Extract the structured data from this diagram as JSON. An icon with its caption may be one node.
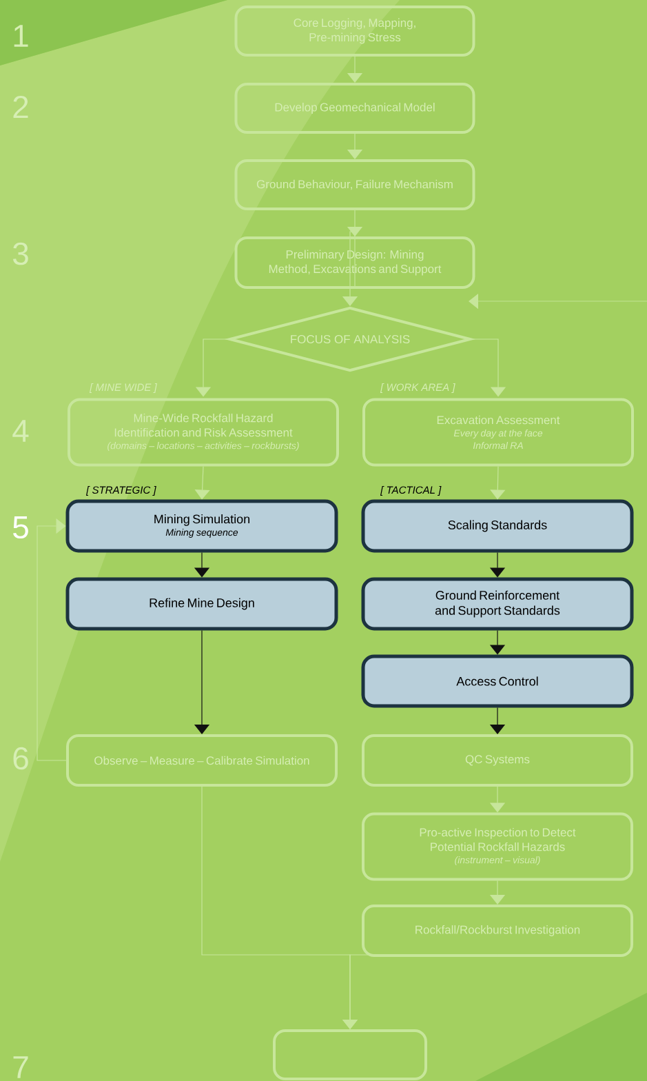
{
  "diagram": {
    "nodes": [
      {
        "text": [
          "Core Logging, Mapping, Pre-mining Stress"
        ]
      },
      {
        "text": [
          "Develop Geomechanical Model"
        ]
      },
      {
        "text": [
          "Ground Behaviour, Failure Mechanism"
        ]
      },
      {
        "text": [
          "Preliminary Design: Mining Method, Excavations and Support"
        ]
      },
      {
        "text": [
          "FOCUS OF ANALYSIS"
        ]
      },
      {
        "text": [
          "Mine-Wide Rockfall Hazard Identification and Risk Assessment",
          "(domains – locations – activities – rockbursts)"
        ],
        "beside": [
          "[ MINE WIDE ]"
        ]
      },
      {
        "text": [
          "Excavation Assessment",
          "Every day at the face",
          "Informal RA"
        ],
        "beside": [
          "[ WORK AREA ]"
        ]
      },
      {
        "text": [
          "Mining Simulation",
          "Mining sequence"
        ],
        "beside": [
          "[ STRATEGIC ]"
        ]
      },
      {
        "text": [
          "Scaling Standards"
        ],
        "beside": [
          "[ TACTICAL ]"
        ]
      },
      {
        "text": [
          "Refine Mine Design"
        ]
      },
      {
        "text": [
          "Ground Reinforcement and Support Standards"
        ]
      },
      {
        "text": [
          "Access Control"
        ]
      },
      {
        "text": [
          "Observe – Measure – Calibrate Simulation"
        ]
      },
      {
        "text": [
          "QC Systems"
        ]
      },
      {
        "text": [
          "Pro-active Inspection to Detect Potential Rockfall Hazards",
          "(instrument – visual)"
        ]
      },
      {
        "text": [
          "Rockfall/Rockburst Investigation"
        ]
      },
      {
        "text": [],
        "shape": "box"
      }
    ],
    "edges": [
      {
        "from": 0,
        "to": 1,
        "arrow": "to"
      },
      {
        "from": 1,
        "to": 2,
        "arrow": "to"
      },
      {
        "from": 2,
        "to": 3,
        "arrow": "to"
      },
      {
        "from": 3,
        "to": 4,
        "arrow": "to"
      },
      {
        "from": null,
        "to": 4,
        "arrow": "to"
      },
      {
        "from": 4,
        "to": 5,
        "arrow": "to"
      },
      {
        "from": 4,
        "to": 6,
        "arrow": "to"
      },
      {
        "from": 5,
        "to": 7,
        "arrow": "to"
      },
      {
        "from": 6,
        "to": 8,
        "arrow": "to"
      },
      {
        "from": 7,
        "to": 9,
        "arrow": "to",
        "color": "#111111"
      },
      {
        "from": 8,
        "to": 10,
        "arrow": "to",
        "color": "#111111"
      },
      {
        "from": 10,
        "to": 11,
        "arrow": "to",
        "color": "#111111"
      },
      {
        "from": 9,
        "to": 12,
        "arrow": "to",
        "color": "#111111"
      },
      {
        "from": 11,
        "to": 13,
        "arrow": "to",
        "color": "#111111"
      },
      {
        "from": 12,
        "to": 7,
        "arrow": "to"
      },
      {
        "from": 13,
        "to": 14,
        "arrow": "to"
      },
      {
        "from": 14,
        "to": 15,
        "arrow": "to"
      },
      {
        "from": 12,
        "to": 16,
        "arrow": "to"
      },
      {
        "from": 15,
        "to": 16,
        "arrow": "to"
      }
    ],
    "labels": [
      "1",
      "2",
      "3",
      "4",
      "5",
      "6",
      "7"
    ]
  }
}
